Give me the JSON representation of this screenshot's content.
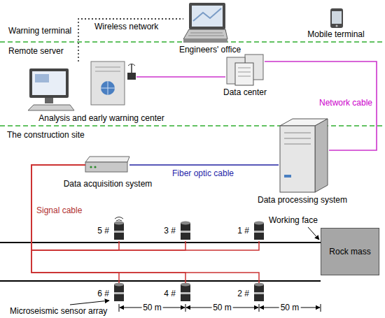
{
  "diagram": {
    "nodes": [
      {
        "text": [
          "Engineers' office"
        ]
      },
      {
        "text": [
          "Mobile terminal"
        ]
      },
      {
        "text": [
          "Analysis and early warning center"
        ]
      },
      {
        "text": [
          "Data center"
        ]
      },
      {
        "text": [
          "Data acquisition system"
        ]
      },
      {
        "text": [
          "Data processing system"
        ]
      },
      {
        "text": [
          "5 #"
        ]
      },
      {
        "text": [
          "3 #"
        ]
      },
      {
        "text": [
          "1 #"
        ]
      },
      {
        "text": [
          "Rock mass"
        ]
      },
      {
        "text": [
          "6 #"
        ]
      },
      {
        "text": [
          "4 #"
        ]
      },
      {
        "text": [
          "2 #"
        ]
      }
    ],
    "edges": [
      {
        "from": 2,
        "to": 0,
        "arrow": "none",
        "label": "Wireless network"
      },
      {
        "from": 2,
        "to": 3,
        "arrow": "none"
      },
      {
        "from": 3,
        "to": 5,
        "arrow": "none",
        "label": "Network cable"
      },
      {
        "from": 4,
        "to": 5,
        "arrow": "none",
        "label": "Fiber optic cable"
      },
      {
        "from": 4,
        "to": 6,
        "arrow": "none"
      },
      {
        "from": 4,
        "to": 7,
        "arrow": "none"
      },
      {
        "from": 4,
        "to": 8,
        "arrow": "none"
      },
      {
        "from": 4,
        "to": 10,
        "arrow": "none"
      },
      {
        "from": 4,
        "to": 11,
        "arrow": "none"
      },
      {
        "from": 4,
        "to": 12,
        "arrow": "none"
      }
    ],
    "labels": [
      "Warning terminal",
      "Remote server",
      "The construction site",
      "Signal cable",
      "Working face",
      "Microseismic sensor array",
      "50 m",
      "50 m",
      "50 m"
    ]
  }
}
